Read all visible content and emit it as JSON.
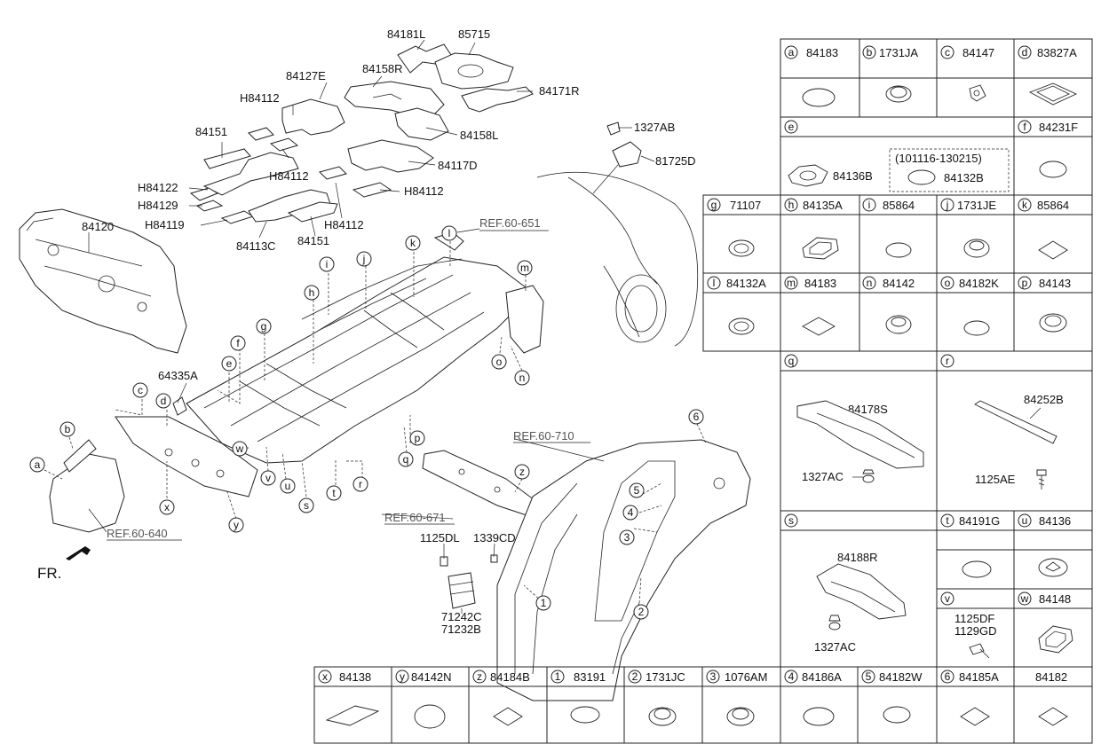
{
  "diagram": {
    "parts": {
      "p84181L": "84181L",
      "p85715": "85715",
      "p84127E": "84127E",
      "p84158R": "84158R",
      "p84171R": "84171R",
      "pH84112a": "H84112",
      "p84151a": "84151",
      "p84158L": "84158L",
      "p84117D": "84117D",
      "pH84112b": "H84112",
      "pH84122": "H84122",
      "pH84112c": "H84112",
      "pH84129": "H84129",
      "pH84119": "H84119",
      "p84113C": "84113C",
      "pH84112d": "H84112",
      "p84151b": "84151",
      "p84120": "84120",
      "p1327AB": "1327AB",
      "p81725D": "81725D",
      "p64335A": "64335A",
      "p1125DL": "1125DL",
      "p1339CD": "1339CD",
      "p71242C": "71242C",
      "p71232B": "71232B"
    },
    "refs": {
      "ref651": "REF.60-651",
      "ref710": "REF.60-710",
      "ref671": "REF.60-671",
      "ref640": "REF.60-640"
    },
    "front_label": "FR.",
    "callouts": {
      "a": "a",
      "b": "b",
      "c": "c",
      "d": "d",
      "e": "e",
      "f": "f",
      "g": "g",
      "h": "h",
      "i": "i",
      "j": "j",
      "k": "k",
      "l": "l",
      "m": "m",
      "n": "n",
      "o": "o",
      "p": "p",
      "q": "q",
      "r": "r",
      "s": "s",
      "t": "t",
      "u": "u",
      "v": "v",
      "w": "w",
      "x": "x",
      "y": "y",
      "z": "z",
      "n1": "1",
      "n2": "2",
      "n3": "3",
      "n4": "4",
      "n5": "5",
      "n6": "6"
    }
  },
  "legend": {
    "row1": [
      {
        "key": "a",
        "part": "84183"
      },
      {
        "key": "b",
        "part": "1731JA"
      },
      {
        "key": "c",
        "part": "84147"
      },
      {
        "key": "d",
        "part": "83827A"
      }
    ],
    "e": {
      "key": "e",
      "part_left": "84136B",
      "part_right": "84132B",
      "date_range": "(101116-130215)"
    },
    "f": {
      "key": "f",
      "part": "84231F"
    },
    "row3": [
      {
        "key": "g",
        "part": "71107"
      },
      {
        "key": "h",
        "part": "84135A"
      },
      {
        "key": "i",
        "part": "85864"
      },
      {
        "key": "j",
        "part": "1731JE"
      },
      {
        "key": "k",
        "part": "85864"
      }
    ],
    "row4": [
      {
        "key": "l",
        "part": "84132A"
      },
      {
        "key": "m",
        "part": "84183"
      },
      {
        "key": "n",
        "part": "84142"
      },
      {
        "key": "o",
        "part": "84182K"
      },
      {
        "key": "p",
        "part": "84143"
      }
    ],
    "q": {
      "key": "q",
      "part": "84178S",
      "fastener": "1327AC"
    },
    "r": {
      "key": "r",
      "part": "84252B",
      "fastener": "1125AE"
    },
    "s": {
      "key": "s",
      "part": "84188R",
      "fastener": "1327AC"
    },
    "t": {
      "key": "t",
      "part": "84191G"
    },
    "u": {
      "key": "u",
      "part": "84136"
    },
    "v": {
      "key": "v",
      "part_line1": "1125DF",
      "part_line2": "1129GD"
    },
    "w": {
      "key": "w",
      "part": "84148"
    },
    "bottom": [
      {
        "key": "x",
        "part": "84138"
      },
      {
        "key": "y",
        "part": "84142N"
      },
      {
        "key": "z",
        "part": "84184B"
      },
      {
        "key": "1",
        "part": "83191"
      },
      {
        "key": "2",
        "part": "1731JC"
      },
      {
        "key": "3",
        "part": "1076AM"
      },
      {
        "key": "4",
        "part": "84186A"
      },
      {
        "key": "5",
        "part": "84182W"
      },
      {
        "key": "6",
        "part": "84185A"
      },
      {
        "key": "",
        "part": "84182"
      }
    ]
  }
}
